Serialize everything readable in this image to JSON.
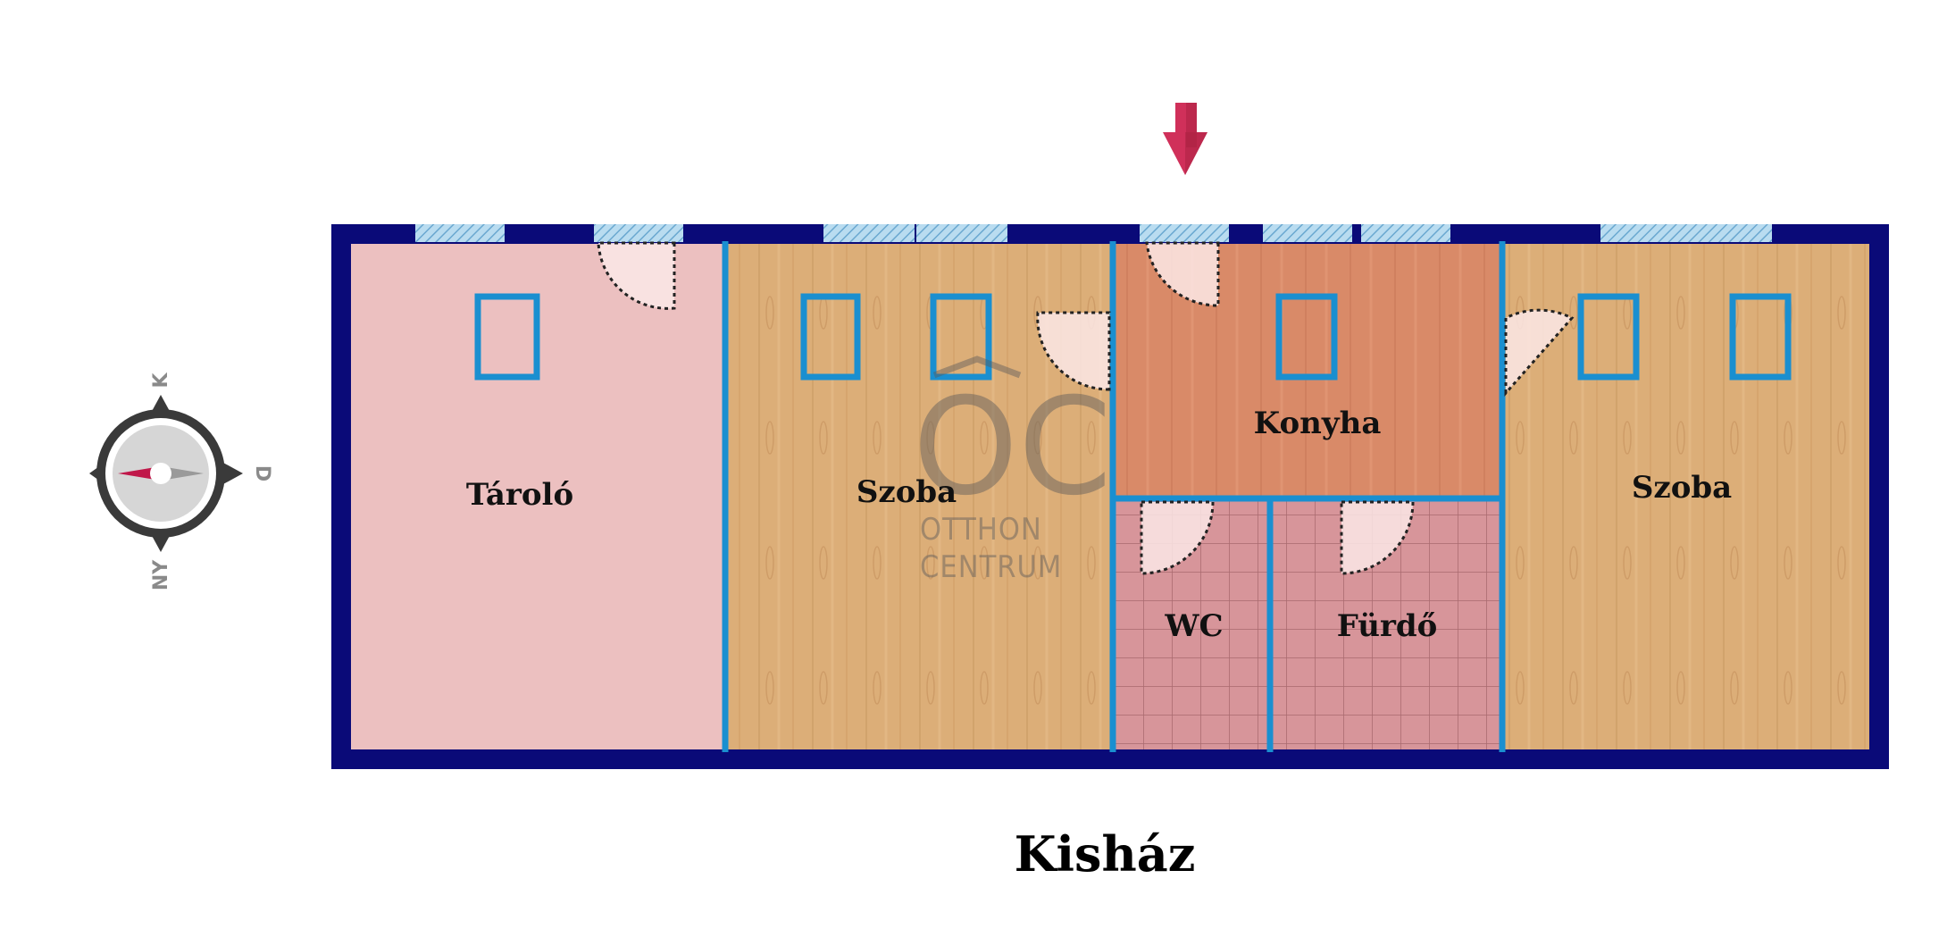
{
  "title": "Kisház",
  "rooms": [
    {
      "id": "tarolo",
      "label": "Tároló"
    },
    {
      "id": "szoba1",
      "label": "Szoba"
    },
    {
      "id": "konyha",
      "label": "Konyha"
    },
    {
      "id": "wc",
      "label": "WC"
    },
    {
      "id": "furdo",
      "label": "Fürdő"
    },
    {
      "id": "szoba2",
      "label": "Szoba"
    }
  ],
  "compass": {
    "north": "K",
    "east": "D",
    "south": "NY"
  },
  "watermark": {
    "logo": "OC",
    "line1": "OTTHON",
    "line2": "CENTRUM"
  },
  "colors": {
    "outer_wall": "#0a0a78",
    "inner_wall": "#1a8fd0",
    "storage_floor": "#ecc0c0",
    "wood_floor": "#dcae78",
    "kitchen_floor": "#d98a68",
    "tile_floor": "#d7959a",
    "window": "#9fcde8",
    "entrance_arrow": "#d0305a"
  }
}
